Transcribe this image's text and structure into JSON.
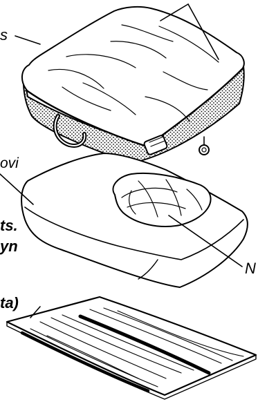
{
  "labels": {
    "cover": "s",
    "insert": "ovi",
    "note_line1": "ts.",
    "note_line2": "yn",
    "fluid_pad": "N",
    "base_plate": "ta)"
  },
  "colors": {
    "ink": "#000000",
    "paper": "#ffffff"
  }
}
